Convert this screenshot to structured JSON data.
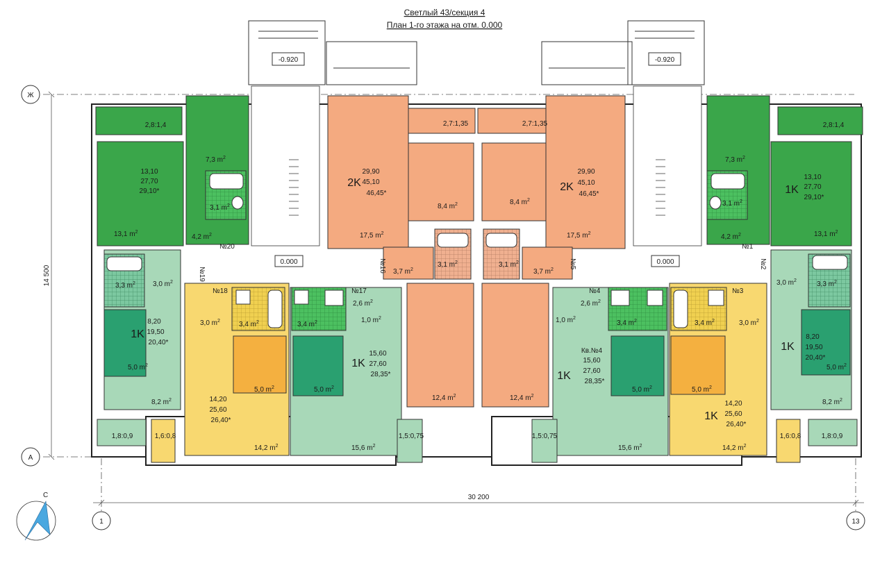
{
  "title": {
    "line1": "Светлый 43/секция 4",
    "line2": "План 1-го этажа на отм. 0.000"
  },
  "axes": {
    "top": "Ж",
    "bottom": "А",
    "left": "1",
    "right": "13",
    "length": "30 200",
    "height": "14 500"
  },
  "compass": {
    "letter": "С"
  },
  "levels": {
    "entry_left": "-0.920",
    "entry_right": "-0.920",
    "hall_left": "0.000",
    "hall_right": "0.000"
  },
  "colors": {
    "green": "#3aa64a",
    "pale_green": "#a8d8b8",
    "peach": "#f4aa80",
    "yellow": "#f8d870",
    "orange": "#f4b040",
    "teal": "#2aa070",
    "tile_green": "#4cc060",
    "tile_yellow": "#f0d050"
  },
  "apartments": [
    {
      "id": "apt-1k-nw",
      "type": "1K",
      "a": "13,10",
      "b": "27,70",
      "c": "29,10*"
    },
    {
      "id": "apt-2k-left",
      "type": "2K",
      "a": "29,90",
      "b": "45,10",
      "c": "46,45*"
    },
    {
      "id": "apt-2k-right",
      "type": "2K",
      "a": "29,90",
      "b": "45,10",
      "c": "46,45*"
    },
    {
      "id": "apt-1k-ne",
      "type": "1K",
      "a": "13,10",
      "b": "27,70",
      "c": "29,10*"
    },
    {
      "id": "apt-1k-w",
      "type": "1K",
      "a": "8,20",
      "b": "19,50",
      "c": "20,40*"
    },
    {
      "id": "apt-1k-17",
      "type": "1K",
      "a": "15,60",
      "b": "27,60",
      "c": "28,35*"
    },
    {
      "id": "apt-1k-4",
      "type": "1K",
      "title": "Кв.№4",
      "a": "15,60",
      "b": "27,60",
      "c": "28,35*"
    },
    {
      "id": "apt-1k-e",
      "type": "1K",
      "a": "8,20",
      "b": "19,50",
      "c": "20,40*"
    },
    {
      "id": "apt-1k-sw",
      "type": "1K",
      "a": "14,20",
      "b": "25,60",
      "c": "26,40*"
    },
    {
      "id": "apt-1k-se",
      "type": "1K",
      "a": "14,20",
      "b": "25,60",
      "c": "26,40*"
    }
  ],
  "doors": [
    "№20",
    "№19",
    "№18",
    "№17",
    "№16",
    "№5",
    "№4",
    "№3",
    "№2",
    "№1"
  ],
  "areas": {
    "bal_nw": "2,8:1,4",
    "bal_top_l": "2,7:1,35",
    "bal_top_r": "2,7:1,35",
    "bal_ne": "2,8:1,4",
    "kitchen_nw": "7,3",
    "bath_nw": "3,1",
    "hall_nw": "4,2",
    "room_nw": "13,1",
    "kitchen_ne": "7,3",
    "bath_ne": "3,1",
    "hall_ne": "4,2",
    "room_ne": "13,1",
    "room_2k_l": "17,5",
    "hall_2k_l": "8,4",
    "room_2k_r": "17,5",
    "hall_2k_r": "8,4",
    "bath_2k_l": "3,1",
    "bath_2k_r": "3,1",
    "entry_2k_l": "3,7",
    "entry_2k_r": "3,7",
    "room_2k_bl": "12,4",
    "room_2k_br": "12,4",
    "bath_w": "3,3",
    "hall_w": "3,0",
    "kitchen_w": "5,0",
    "room_w": "8,2",
    "bath_e": "3,3",
    "hall_e": "3,0",
    "kitchen_e": "5,0",
    "room_e": "8,2",
    "hall_18": "3,0",
    "bath_18": "3,4",
    "kitchen_18": "5,0",
    "room_18": "14,2",
    "bath_17": "3,4",
    "hall_17": "2,6",
    "wc_17": "1,0",
    "kitchen_17": "5,0",
    "room_17": "15,6",
    "hall_4": "2,6",
    "wc_4": "1,0",
    "bath_4": "3,4",
    "kitchen_4": "5,0",
    "room_4": "15,6",
    "bath_3": "3,4",
    "hall_3": "3,0",
    "kitchen_3": "5,0",
    "room_3": "14,2",
    "bal_sw": "1,8:0,9",
    "bal_sw2": "1,6:0,8",
    "bal_s17": "1,5:0,75",
    "bal_s4": "1,5:0,75",
    "bal_se2": "1,6:0,8",
    "bal_se": "1,8:0,9"
  },
  "unit": "m"
}
